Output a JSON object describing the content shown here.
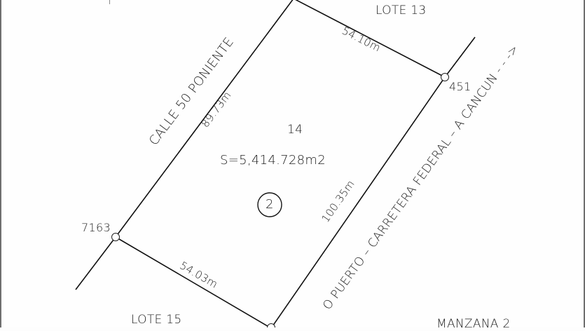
{
  "plan": {
    "lot_number": "14",
    "area": "S=5,414.728m2",
    "block_marker": "2",
    "neighbors": {
      "north": "LOTE 13",
      "south": "LOTE 15"
    },
    "block_label": "MANZANA 2",
    "streets": {
      "west": "CALLE 50 PONIENTE",
      "east": "O PUERTO  –  CARRETERA FEDERAL  –  A CANCUN - - ->"
    },
    "dimensions": {
      "north_side": "54.10m",
      "south_side": "54.03m",
      "west_side": "89.73m",
      "east_side": "100.35m"
    },
    "vertices": {
      "ne": "451",
      "sw": "7163"
    },
    "colors": {
      "line": "#111111",
      "text": "#1e1e1e",
      "background": "#fefefe",
      "border": "#6f6f6f"
    }
  }
}
